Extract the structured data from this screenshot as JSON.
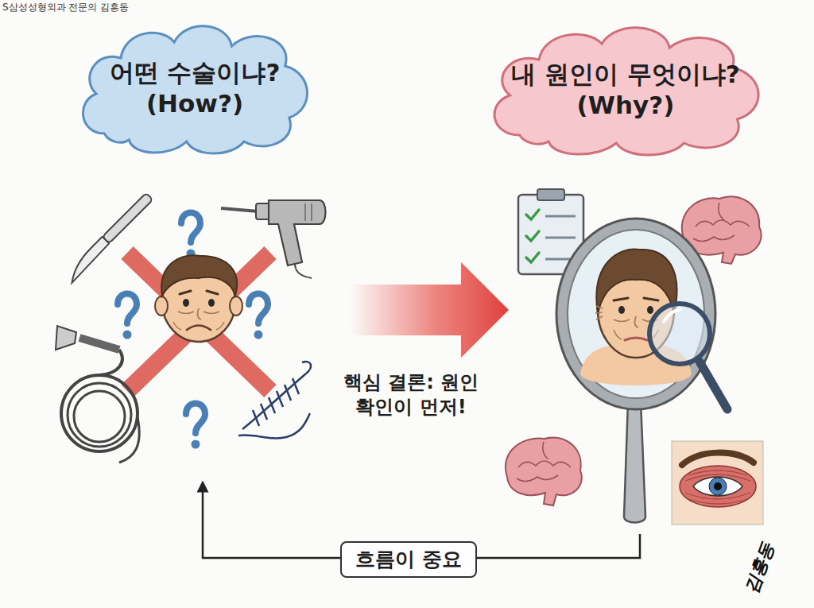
{
  "diagram": {
    "nodes": [
      {
        "text": [
          "어떤 수술이냐? (How?)"
        ]
      },
      {
        "text": [
          "내 원인이 무엇이냐? (Why?)"
        ]
      },
      {
        "text": [
          "흐름이 중요"
        ]
      }
    ],
    "labels": [
      "S삼성성형외과 전문의 김흥동",
      "핵심 결론: 원인 확인이 먼저!",
      "김흥동"
    ]
  }
}
